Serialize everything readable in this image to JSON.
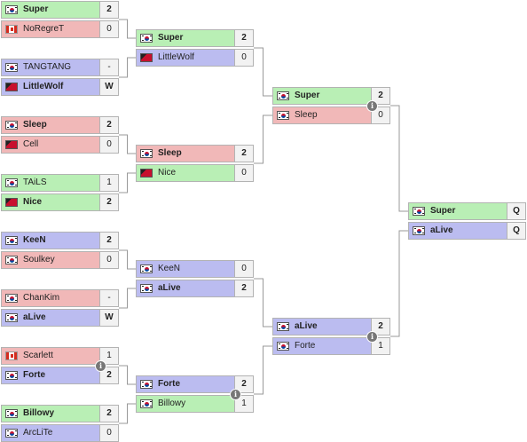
{
  "rounds": [
    {
      "matches": [
        {
          "top": {
            "name": "Super",
            "flag": "kr",
            "score": "2",
            "color": "green",
            "winner": true
          },
          "bottom": {
            "name": "NoRegreT",
            "flag": "ca",
            "score": "0",
            "color": "red",
            "winner": false
          },
          "info_icon": false
        },
        {
          "top": {
            "name": "TANGTANG",
            "flag": "kr",
            "score": "-",
            "color": "blue",
            "winner": false
          },
          "bottom": {
            "name": "LittleWolf",
            "flag": "red",
            "score": "W",
            "color": "blue",
            "winner": true
          },
          "info_icon": false
        },
        {
          "top": {
            "name": "Sleep",
            "flag": "kr",
            "score": "2",
            "color": "red",
            "winner": true
          },
          "bottom": {
            "name": "Cell",
            "flag": "red",
            "score": "0",
            "color": "red",
            "winner": false
          },
          "info_icon": false
        },
        {
          "top": {
            "name": "TAiLS",
            "flag": "kr",
            "score": "1",
            "color": "green",
            "winner": false
          },
          "bottom": {
            "name": "Nice",
            "flag": "red",
            "score": "2",
            "color": "green",
            "winner": true
          },
          "info_icon": false
        },
        {
          "top": {
            "name": "KeeN",
            "flag": "kr",
            "score": "2",
            "color": "blue",
            "winner": true
          },
          "bottom": {
            "name": "Soulkey",
            "flag": "kr",
            "score": "0",
            "color": "red",
            "winner": false
          },
          "info_icon": false
        },
        {
          "top": {
            "name": "ChanKim",
            "flag": "kr",
            "score": "-",
            "color": "red",
            "winner": false
          },
          "bottom": {
            "name": "aLive",
            "flag": "kr",
            "score": "W",
            "color": "blue",
            "winner": true
          },
          "info_icon": false
        },
        {
          "top": {
            "name": "Scarlett",
            "flag": "ca",
            "score": "1",
            "color": "red",
            "winner": false
          },
          "bottom": {
            "name": "Forte",
            "flag": "kr",
            "score": "2",
            "color": "blue",
            "winner": true
          },
          "info_icon": true
        },
        {
          "top": {
            "name": "Billowy",
            "flag": "kr",
            "score": "2",
            "color": "green",
            "winner": true
          },
          "bottom": {
            "name": "ArcLiTe",
            "flag": "kr",
            "score": "0",
            "color": "blue",
            "winner": false
          },
          "info_icon": false
        }
      ]
    },
    {
      "matches": [
        {
          "top": {
            "name": "Super",
            "flag": "kr",
            "score": "2",
            "color": "green",
            "winner": true
          },
          "bottom": {
            "name": "LittleWolf",
            "flag": "red",
            "score": "0",
            "color": "blue",
            "winner": false
          },
          "info_icon": false
        },
        {
          "top": {
            "name": "Sleep",
            "flag": "kr",
            "score": "2",
            "color": "red",
            "winner": true
          },
          "bottom": {
            "name": "Nice",
            "flag": "red",
            "score": "0",
            "color": "green",
            "winner": false
          },
          "info_icon": false
        },
        {
          "top": {
            "name": "KeeN",
            "flag": "kr",
            "score": "0",
            "color": "blue",
            "winner": false
          },
          "bottom": {
            "name": "aLive",
            "flag": "kr",
            "score": "2",
            "color": "blue",
            "winner": true
          },
          "info_icon": false
        },
        {
          "top": {
            "name": "Forte",
            "flag": "kr",
            "score": "2",
            "color": "blue",
            "winner": true
          },
          "bottom": {
            "name": "Billowy",
            "flag": "kr",
            "score": "1",
            "color": "green",
            "winner": false
          },
          "info_icon": true
        }
      ]
    },
    {
      "matches": [
        {
          "top": {
            "name": "Super",
            "flag": "kr",
            "score": "2",
            "color": "green",
            "winner": true
          },
          "bottom": {
            "name": "Sleep",
            "flag": "kr",
            "score": "0",
            "color": "red",
            "winner": false
          },
          "info_icon": true
        },
        {
          "top": {
            "name": "aLive",
            "flag": "kr",
            "score": "2",
            "color": "blue",
            "winner": true
          },
          "bottom": {
            "name": "Forte",
            "flag": "kr",
            "score": "1",
            "color": "blue",
            "winner": false
          },
          "info_icon": true
        }
      ]
    },
    {
      "matches": [
        {
          "top": {
            "name": "Super",
            "flag": "kr",
            "score": "Q",
            "color": "green",
            "winner": true
          },
          "bottom": {
            "name": "aLive",
            "flag": "kr",
            "score": "Q",
            "color": "blue",
            "winner": true
          },
          "info_icon": false
        }
      ]
    }
  ],
  "colors": {
    "green": "#b9efb5",
    "red": "#f1b8b8",
    "blue": "#bbbcf0",
    "score_bg": "#f2f2f2",
    "border": "#b3b3b3",
    "connector": "#999999",
    "info_icon": "#777777"
  },
  "icons": {
    "info": "info-icon",
    "flag_kr": "south-korea-flag-icon",
    "flag_ca": "canada-flag-icon",
    "flag_red": "red-flag-icon"
  }
}
